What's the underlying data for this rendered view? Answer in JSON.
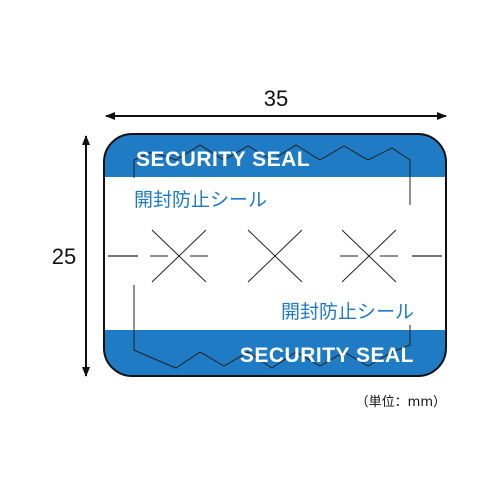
{
  "dimensions": {
    "width_label": "35",
    "height_label": "25",
    "unit_note": "（単位：mm）"
  },
  "seal": {
    "top_en": "SECURITY SEAL",
    "top_jp": "開封防止シール",
    "bottom_jp": "開封防止シール",
    "bottom_en": "SECURITY SEAL"
  },
  "colors": {
    "band_blue": "#1e7bc4",
    "text_blue": "#1e7bc4",
    "outline": "#111111",
    "cut_line": "#222222"
  }
}
